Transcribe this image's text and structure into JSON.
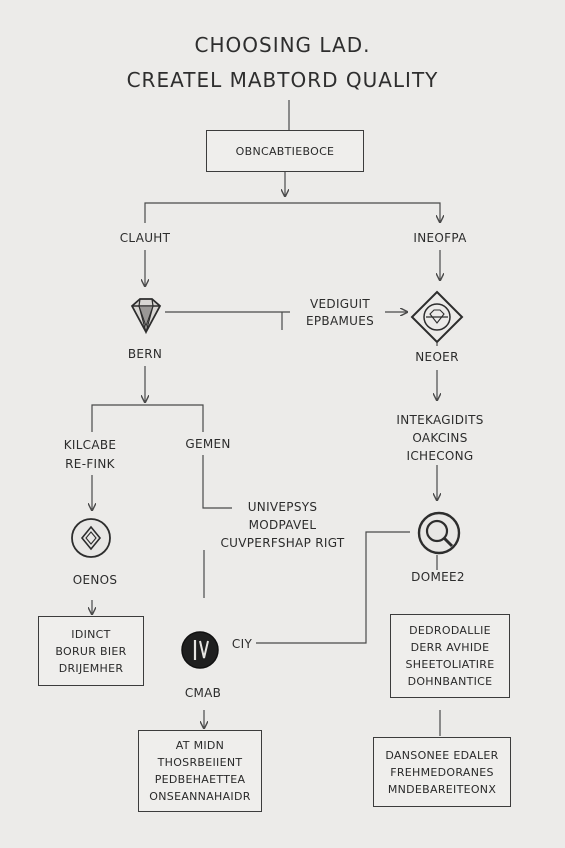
{
  "title": {
    "line1": "CHOOSING LAD.",
    "line2": "CREATEL MABTORD QUALITY"
  },
  "nodes": {
    "top_box": "OBNCABTIEBOCE",
    "left_branch": "CLAUHT",
    "right_branch": "INEOFPA",
    "center_note": [
      "VEDIGUIT",
      "EPBAMUES"
    ],
    "left_gem_label": "BERN",
    "right_gem_label": "NEOER",
    "kil_label": [
      "KILCABE",
      "RE-FINK"
    ],
    "gemen_label": "GEMEN",
    "right_mid_text": [
      "INTEKAGIDITS",
      "OAKCINS",
      "ICHECONG"
    ],
    "mid_note": [
      "UNIVEPSYS",
      "MODPAVEL",
      "CUVPERFSHAP RIGT"
    ],
    "oenos_label": "OENOS",
    "domee_label": "DOMEE2",
    "left_box": [
      "IDINCT",
      "BORUR BIER",
      "DRIJEMHER"
    ],
    "ciy_label": "CIY",
    "cmab_label": "CMAB",
    "right_box": [
      "DEDRODALLIE",
      "DERR AVHIDE",
      "SHEETOLIATIRE",
      "DOHNBANTICE"
    ],
    "bottom_center_box": [
      "AT MIDN",
      "THOSRBEIIENT",
      "PEDBEHAETTEA",
      "ONSEANNAHAIDR"
    ],
    "bottom_right_box": [
      "DANSONEE EDALER",
      "FREHMEDORANES",
      "MNDEBAREITEONX"
    ]
  },
  "icons": [
    "diamond-gem-icon",
    "rhombus-emblem-icon",
    "hexagon-ring-icon",
    "search-lens-icon",
    "dark-gem-icon"
  ],
  "colors": {
    "background": "#ecebe9",
    "ink": "#2a2a2a"
  }
}
